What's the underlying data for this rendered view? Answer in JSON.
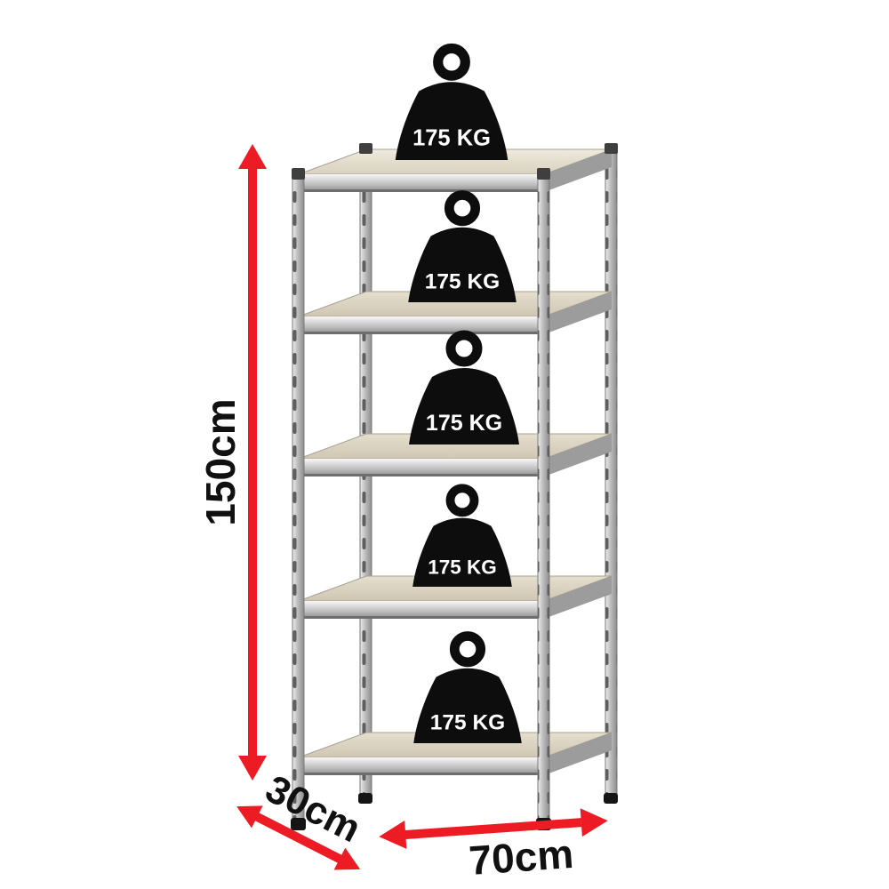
{
  "illustration": {
    "type": "5-tier shelving rack with load capacity and dimension annotations",
    "shelf_count": 5
  },
  "weights": [
    {
      "icon": "weight-icon",
      "label": "175 KG"
    },
    {
      "icon": "weight-icon",
      "label": "175 KG"
    },
    {
      "icon": "weight-icon",
      "label": "175 KG"
    },
    {
      "icon": "weight-icon",
      "label": "175 KG"
    },
    {
      "icon": "weight-icon",
      "label": "175 KG"
    }
  ],
  "dimensions": {
    "height": {
      "label": "150cm"
    },
    "depth": {
      "label": "30cm"
    },
    "width": {
      "label": "70cm"
    }
  },
  "colors": {
    "arrow_red": "#ed1c24",
    "weight_black": "#0d0d0d",
    "label_black": "#111111",
    "frame_silver": "#c6c6c6",
    "shelf_board_tan": "#d7cebc"
  }
}
